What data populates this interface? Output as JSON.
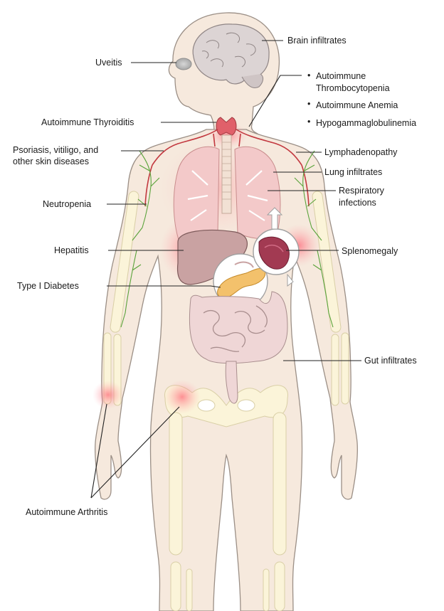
{
  "labels": {
    "uveitis": "Uveitis",
    "brain": "Brain infiltrates",
    "thrombo_1": "Autoimmune",
    "thrombo_2": "Thrombocytopenia",
    "anemia": "Autoimmune Anemia",
    "hypogamma": "Hypogammaglobulinemia",
    "thyroiditis": "Autoimmune Thyroiditis",
    "skin_1": "Psoriasis, vitiligo, and",
    "skin_2": "other skin diseases",
    "lymph": "Lymphadenopathy",
    "lung": "Lung infiltrates",
    "resp_1": "Respiratory",
    "resp_2": "infections",
    "neutropenia": "Neutropenia",
    "hepatitis": "Hepatitis",
    "spleno": "Splenomegaly",
    "diabetes": "Type I Diabetes",
    "gut": "Gut infiltrates",
    "arthritis": "Autoimmune Arthritis"
  },
  "bullet_symbol": "•",
  "colors": {
    "inflammation": "#ff5a6e",
    "blood_vessel": "#c2383f",
    "lymphatic": "#5aa33a"
  }
}
